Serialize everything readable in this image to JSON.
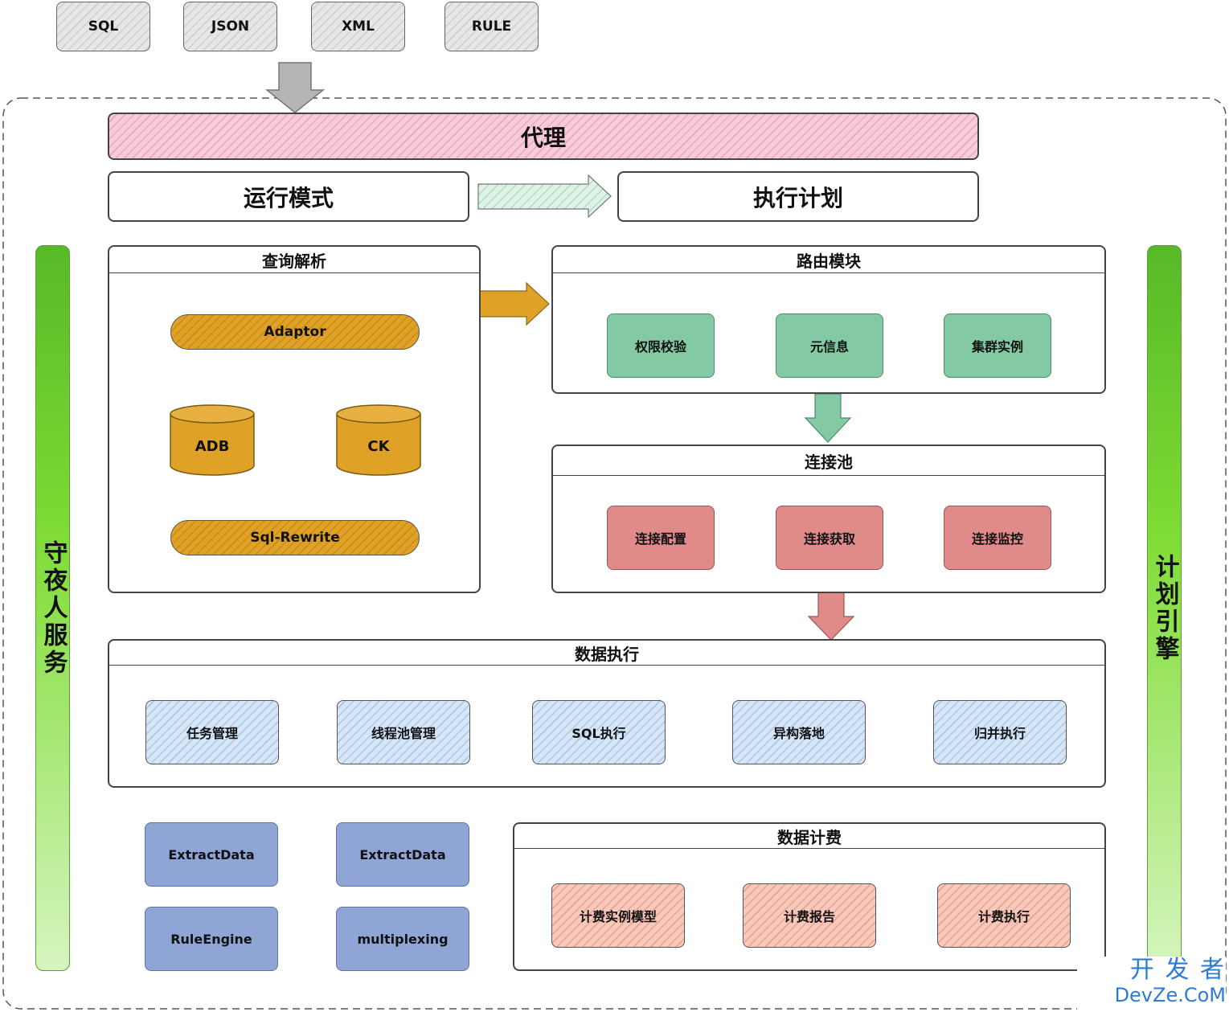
{
  "inputs": [
    "SQL",
    "JSON",
    "XML",
    "RULE"
  ],
  "proxy": "代理",
  "run_mode": "运行模式",
  "exec_plan": "执行计划",
  "left_sidebar": "守夜人服务",
  "right_sidebar": "计划引擎",
  "query_parse": {
    "title": "查询解析",
    "adaptor": "Adaptor",
    "db1": "ADB",
    "db2": "CK",
    "rewrite": "Sql-Rewrite"
  },
  "routing": {
    "title": "路由模块",
    "items": [
      "权限校验",
      "元信息",
      "集群实例"
    ]
  },
  "pool": {
    "title": "连接池",
    "items": [
      "连接配置",
      "连接获取",
      "连接监控"
    ]
  },
  "execution": {
    "title": "数据执行",
    "items": [
      "任务管理",
      "线程池管理",
      "SQL执行",
      "异构落地",
      "归并执行"
    ]
  },
  "components": [
    "ExtractData",
    "ExtractData",
    "RuleEngine",
    "multiplexing"
  ],
  "billing": {
    "title": "数据计费",
    "items": [
      "计费实例模型",
      "计费报告",
      "计费执行"
    ]
  },
  "watermark": {
    "line1": "开 发 者",
    "line2": "DevZe.CoM"
  },
  "colors": {
    "proxy": "#f7cbdc",
    "query_pill": "#dfa226",
    "routing": "#82c9a4",
    "pool": "#e08a8a",
    "execution": "#d7e6f7",
    "components": "#8ea5d6",
    "billing": "#f7c9bd",
    "sidebar": "#7fdc34"
  }
}
